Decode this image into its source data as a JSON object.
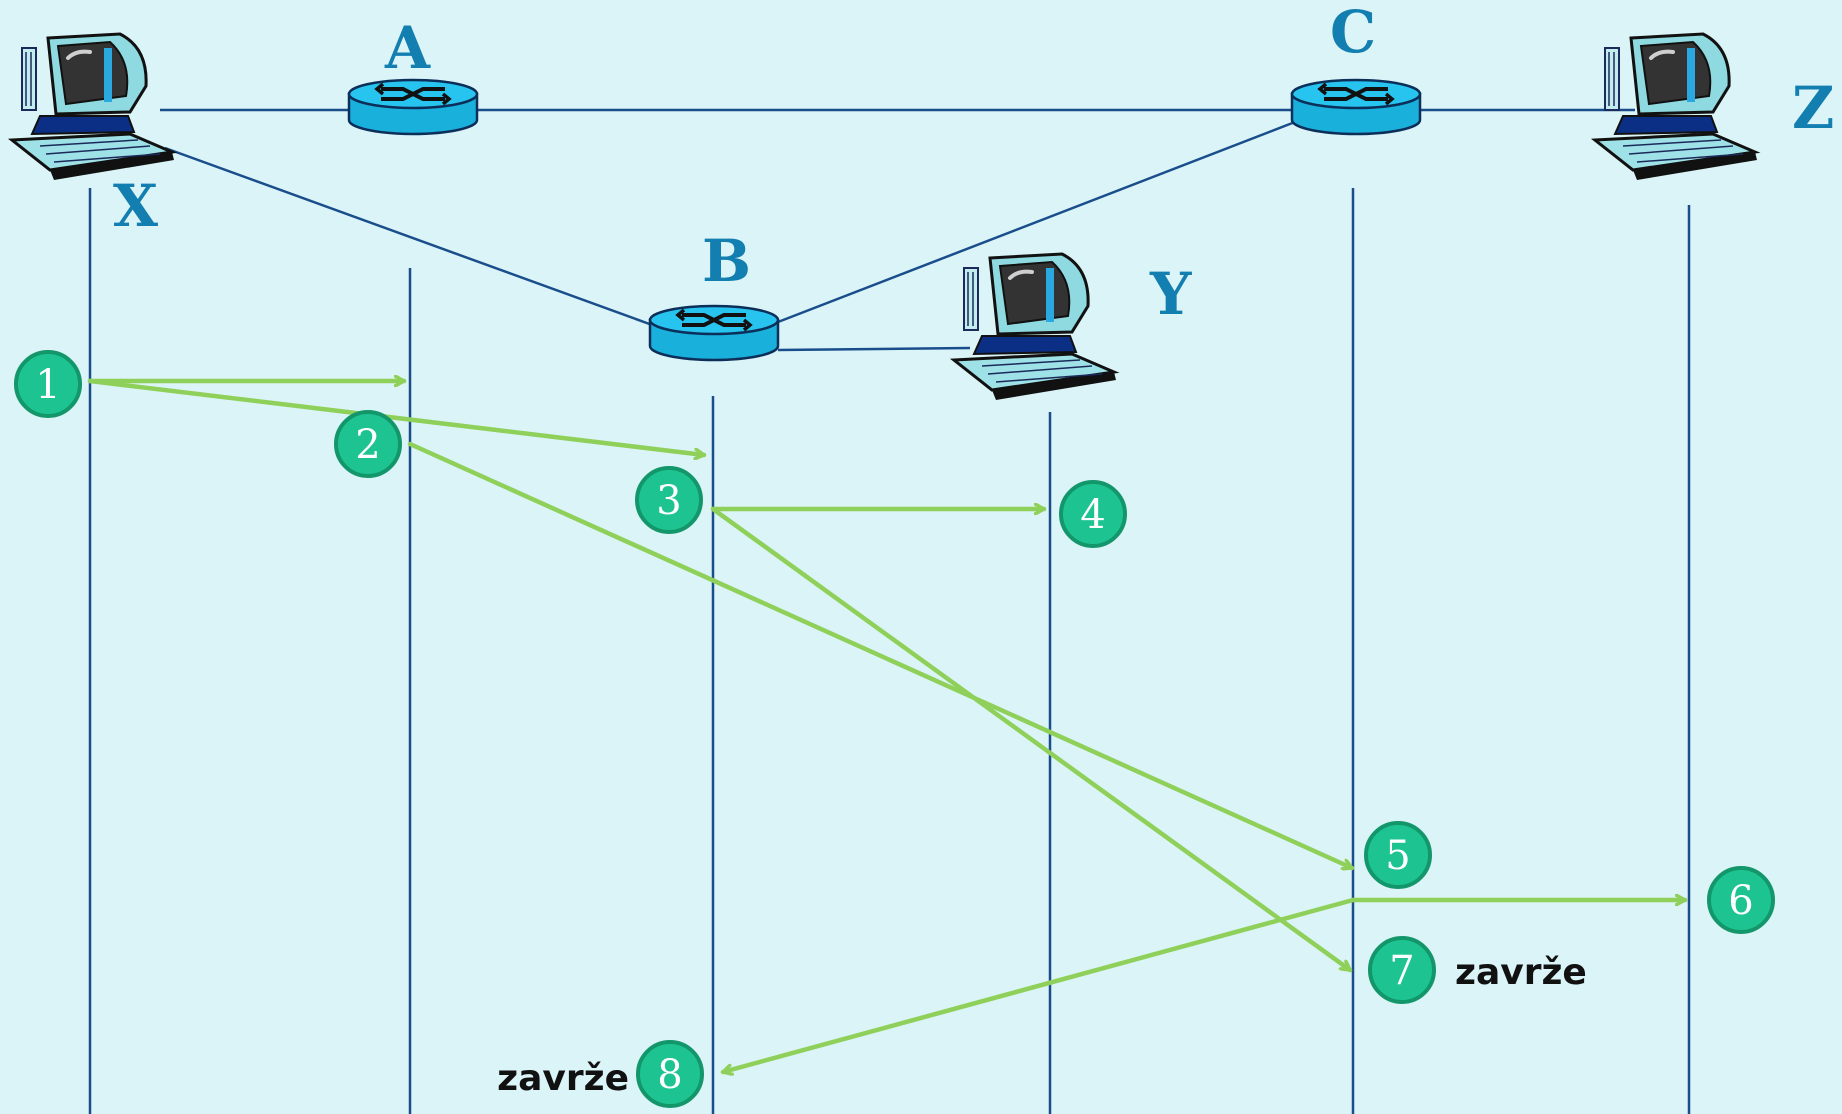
{
  "nodes": {
    "x": {
      "label": "X"
    },
    "a": {
      "label": "A"
    },
    "b": {
      "label": "B"
    },
    "c": {
      "label": "C"
    },
    "y": {
      "label": "Y"
    },
    "z": {
      "label": "Z"
    }
  },
  "steps": [
    "1",
    "2",
    "3",
    "4",
    "5",
    "6",
    "7",
    "8"
  ],
  "notes": {
    "discard_7": "zavrže",
    "discard_8": "zavrže"
  },
  "colors": {
    "background": "#dbf4f7",
    "link": "#1a4d8c",
    "arrow": "#8fd05a",
    "step_circle": "#1dc491",
    "router": "#21c0ee",
    "label": "#137fb0"
  }
}
